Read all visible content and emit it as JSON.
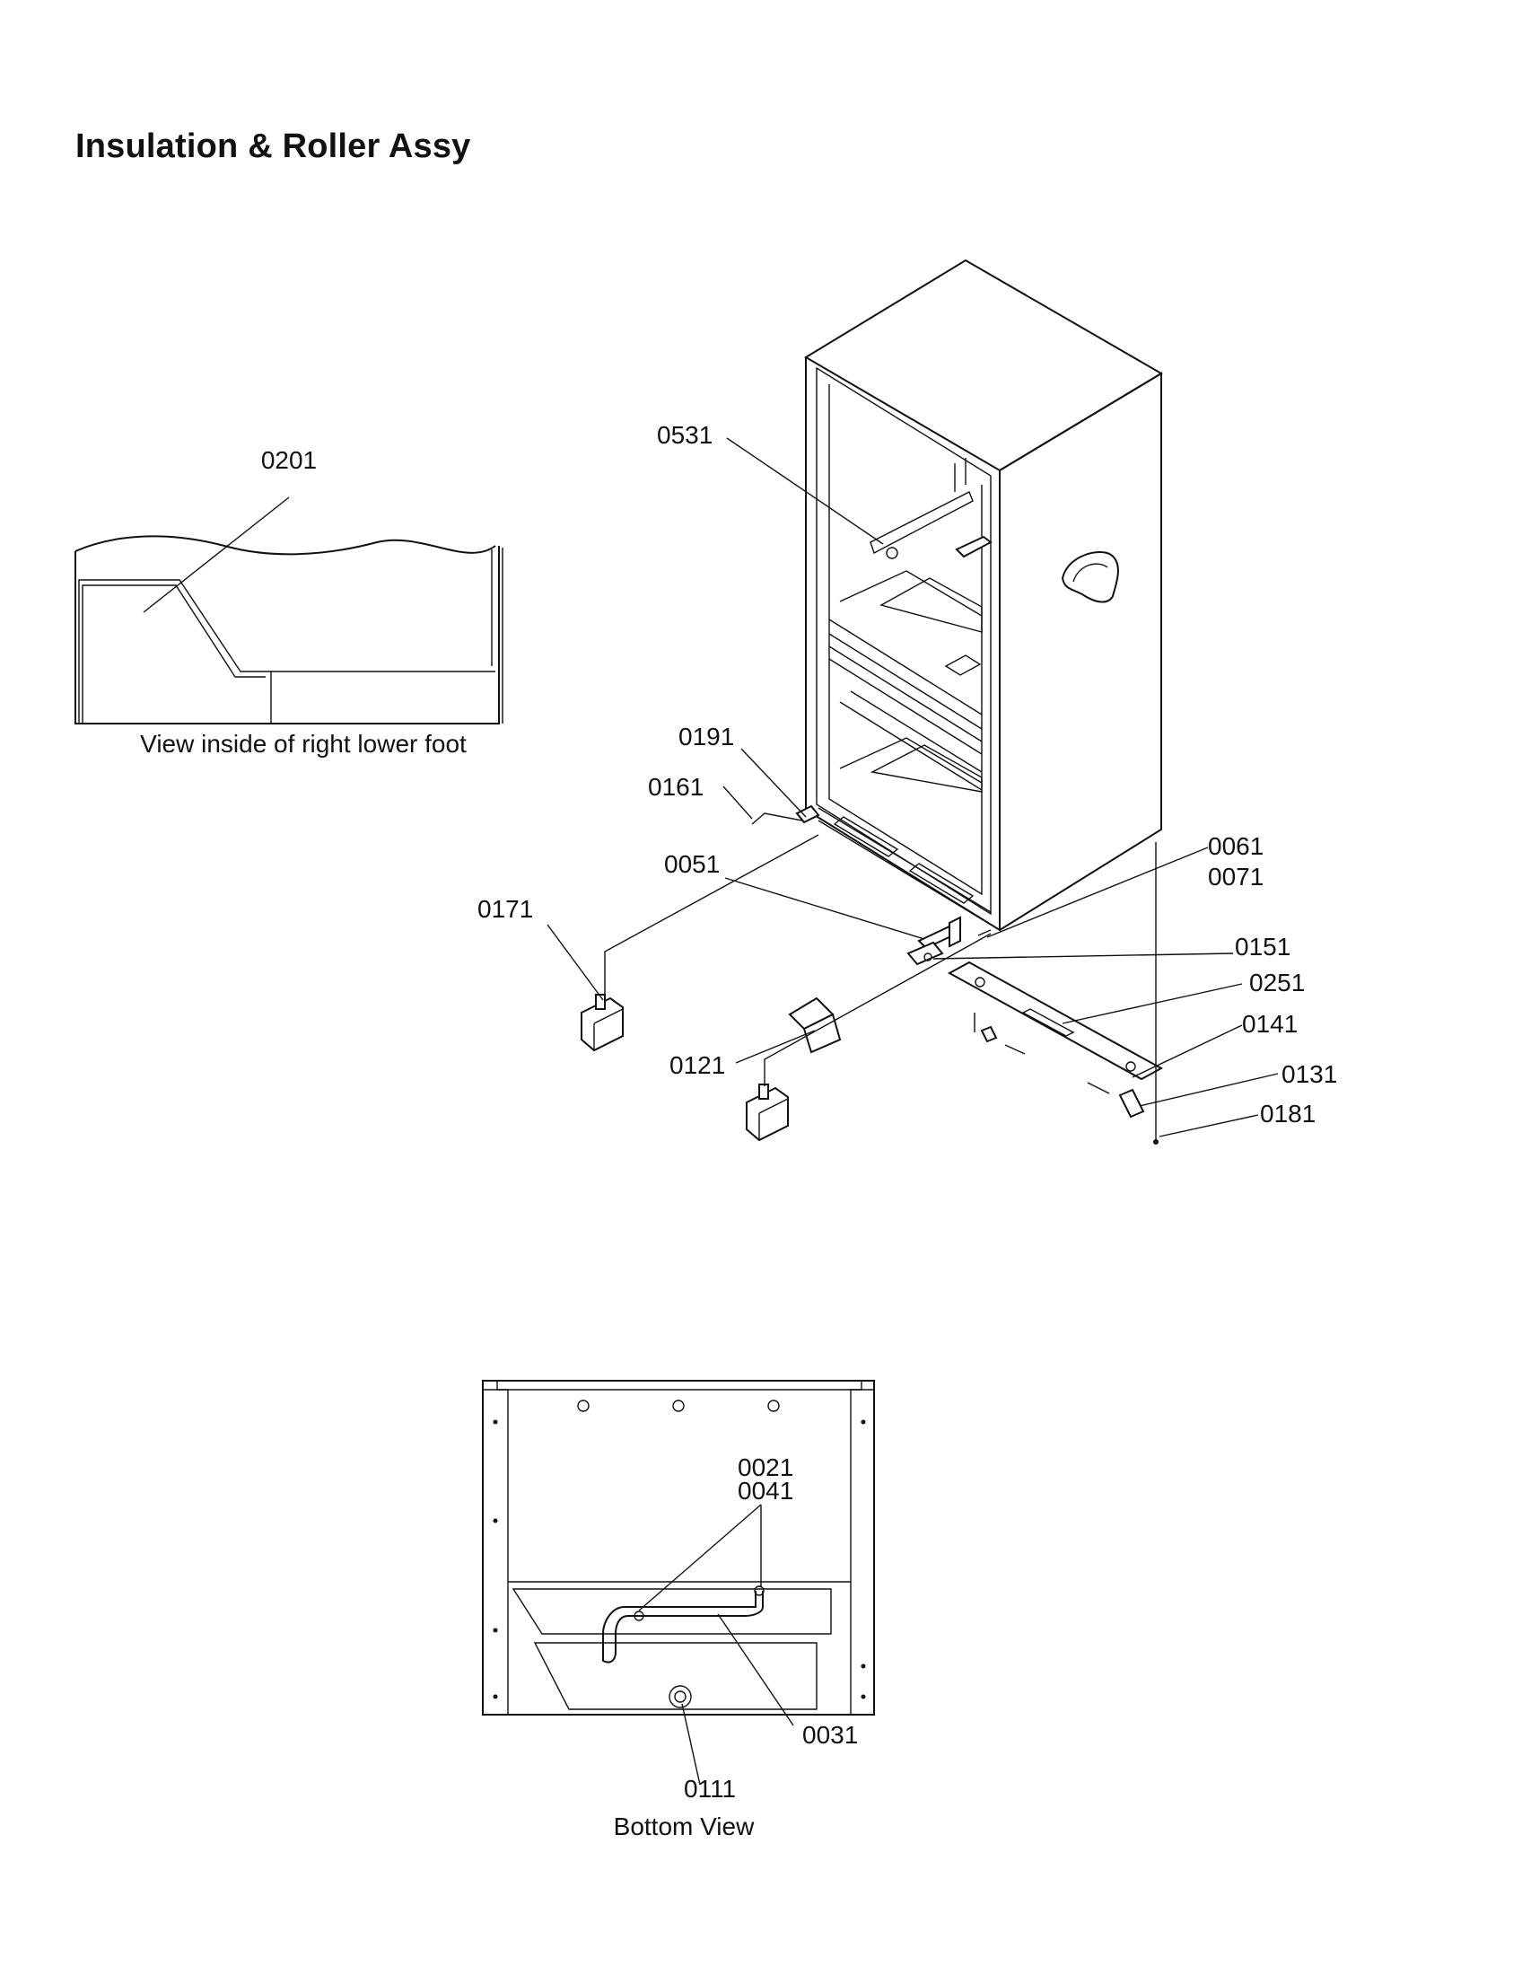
{
  "title": "Insulation & Roller Assy",
  "captions": {
    "inset": "View inside of right lower foot",
    "bottom": "Bottom View"
  },
  "callouts": {
    "c0201": "0201",
    "c0531": "0531",
    "c0191": "0191",
    "c0161": "0161",
    "c0051": "0051",
    "c0171": "0171",
    "c0061": "0061",
    "c0071": "0071",
    "c0151": "0151",
    "c0251": "0251",
    "c0141": "0141",
    "c0121": "0121",
    "c0131": "0131",
    "c0181": "0181",
    "c0021": "0021",
    "c0041": "0041",
    "c0031": "0031",
    "c0111": "0111"
  }
}
